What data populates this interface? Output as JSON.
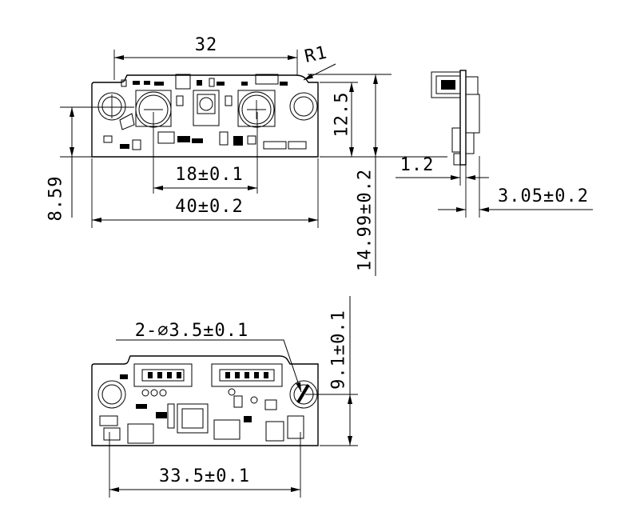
{
  "drawing": {
    "line_color": "#000000",
    "background": "#ffffff",
    "dimensions": {
      "top_width": "32",
      "corner_radius": "R1",
      "body_height": "12.5",
      "overall_height": "14.99±0.2",
      "hole_offset": "8.59",
      "lens_spacing": "18±0.1",
      "board_width": "40±0.2",
      "board_thickness": "1.2",
      "side_depth": "3.05±0.2",
      "hole_callout": "2-∅3.5±0.1",
      "back_hole_height": "9.1±0.1",
      "hole_spacing": "33.5±0.1"
    }
  }
}
